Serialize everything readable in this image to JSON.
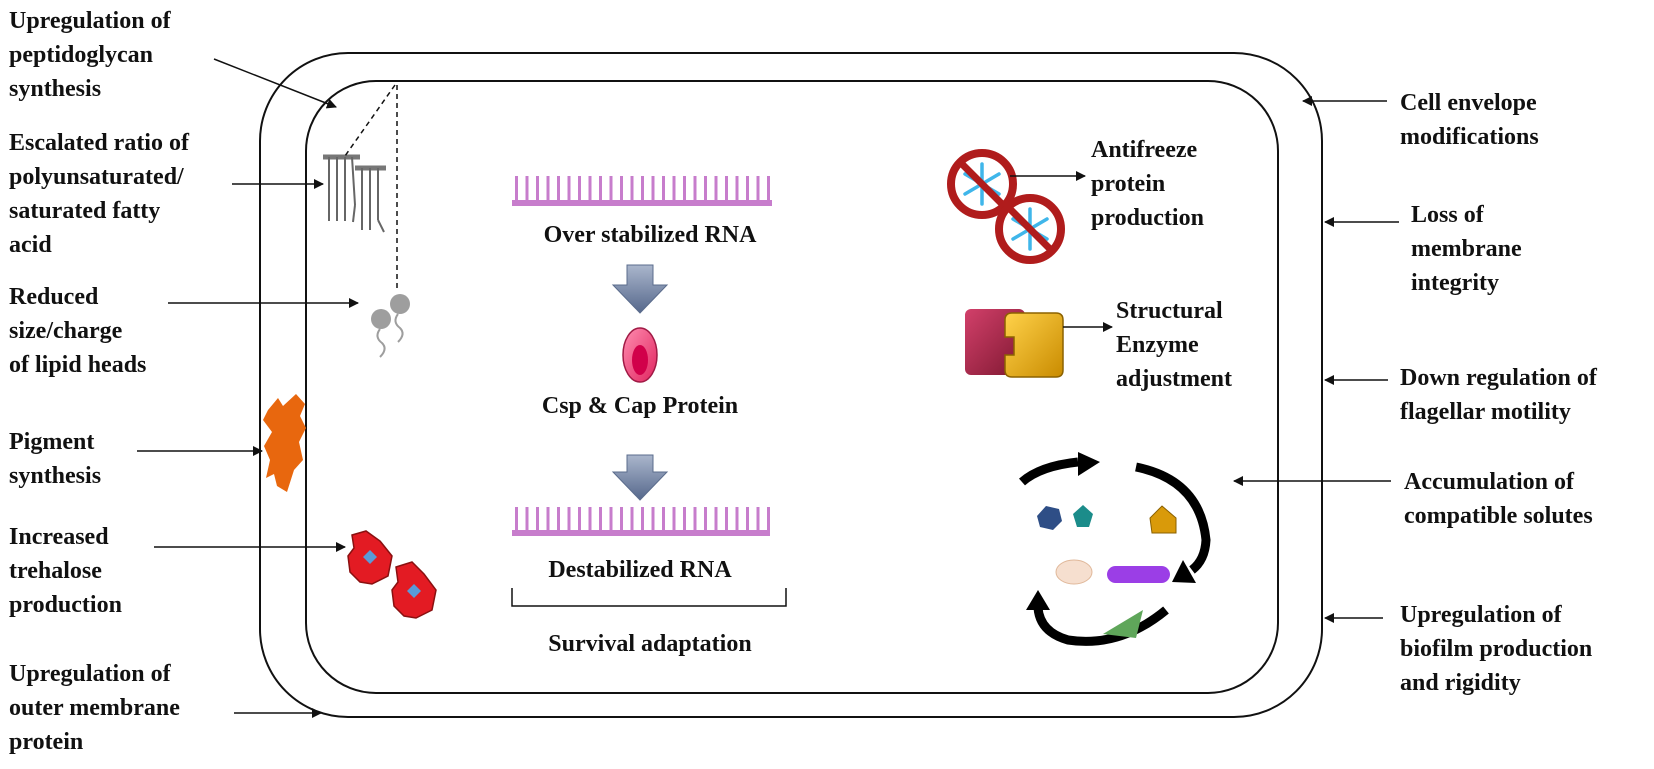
{
  "left_labels": {
    "peptidoglycan": [
      "Upregulation of",
      "peptidoglycan",
      "synthesis"
    ],
    "fatty_acid": [
      "Escalated ratio of",
      "polyunsaturated/",
      "saturated fatty",
      "acid"
    ],
    "lipid_heads": [
      "Reduced",
      "size/charge",
      "of lipid heads"
    ],
    "pigment": [
      "Pigment",
      "synthesis"
    ],
    "trehalose": [
      "Increased",
      "trehalose",
      "production"
    ],
    "outer_membrane": [
      "Upregulation of",
      "outer membrane",
      "protein"
    ]
  },
  "right_labels": {
    "cell_envelope": [
      "Cell envelope",
      "modifications"
    ],
    "membrane_integrity": [
      "Loss of",
      "membrane",
      "integrity"
    ],
    "flagellar": [
      "Down regulation of",
      "flagellar motility"
    ],
    "solutes": [
      "Accumulation of",
      "compatible solutes"
    ],
    "biofilm": [
      "Upregulation of",
      "biofilm production",
      "and rigidity"
    ]
  },
  "inner_labels": {
    "antifreeze": [
      "Antifreeze",
      "protein",
      "production"
    ],
    "enzyme": [
      "Structural",
      "Enzyme",
      "adjustment"
    ]
  },
  "center": {
    "rna_stable": "Over stabilized RNA",
    "csp": "Csp & Cap Protein",
    "rna_destable": "Destabilized RNA",
    "survival": "Survival adaptation"
  },
  "colors": {
    "rna": "#c77dcc",
    "arrow": "#8193b4",
    "pigment": "#e8670e",
    "trehalose": "#e31b23",
    "csp_outer": "#f3487c",
    "enzyme_left": "#b9234a",
    "enzyme_right": "#f0b400"
  }
}
